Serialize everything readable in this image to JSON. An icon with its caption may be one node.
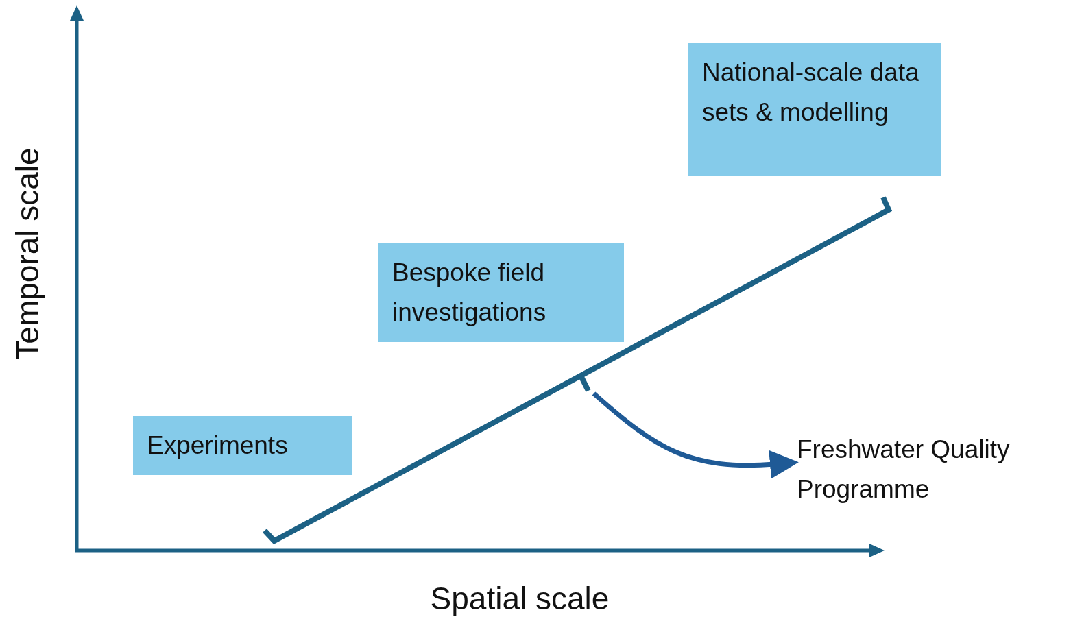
{
  "diagram": {
    "nodes": [
      {
        "text": [
          "National-scale data sets & modelling"
        ]
      },
      {
        "text": [
          "Bespoke field investigations"
        ]
      },
      {
        "text": [
          "Experiments"
        ]
      },
      {
        "text": [
          "Freshwater Quality Programme"
        ]
      }
    ],
    "edges": [
      {
        "from": null,
        "to": 3,
        "arrow": "to"
      }
    ],
    "labels": [
      "Temporal scale",
      "Spatial scale"
    ]
  }
}
